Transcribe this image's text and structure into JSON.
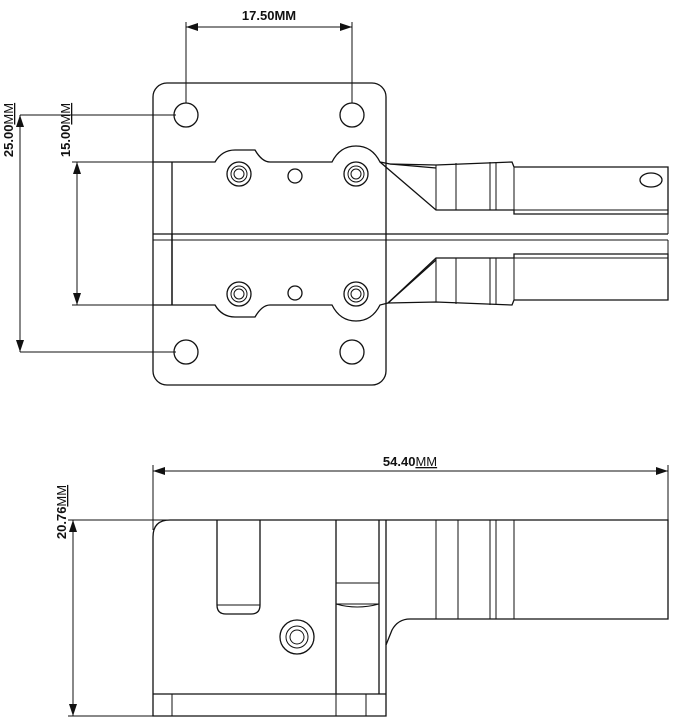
{
  "dimensions": {
    "hole_spacing_top": {
      "value": "17.50",
      "unit": "MM"
    },
    "hole_spacing_vertical_outer": {
      "value": "25.00",
      "unit": "MM"
    },
    "hole_spacing_vertical_inner": {
      "value": "15.00",
      "unit": "MM"
    },
    "overall_length": {
      "value": "54.40",
      "unit": "MM"
    },
    "overall_height": {
      "value": "20.76",
      "unit": "MM"
    }
  }
}
